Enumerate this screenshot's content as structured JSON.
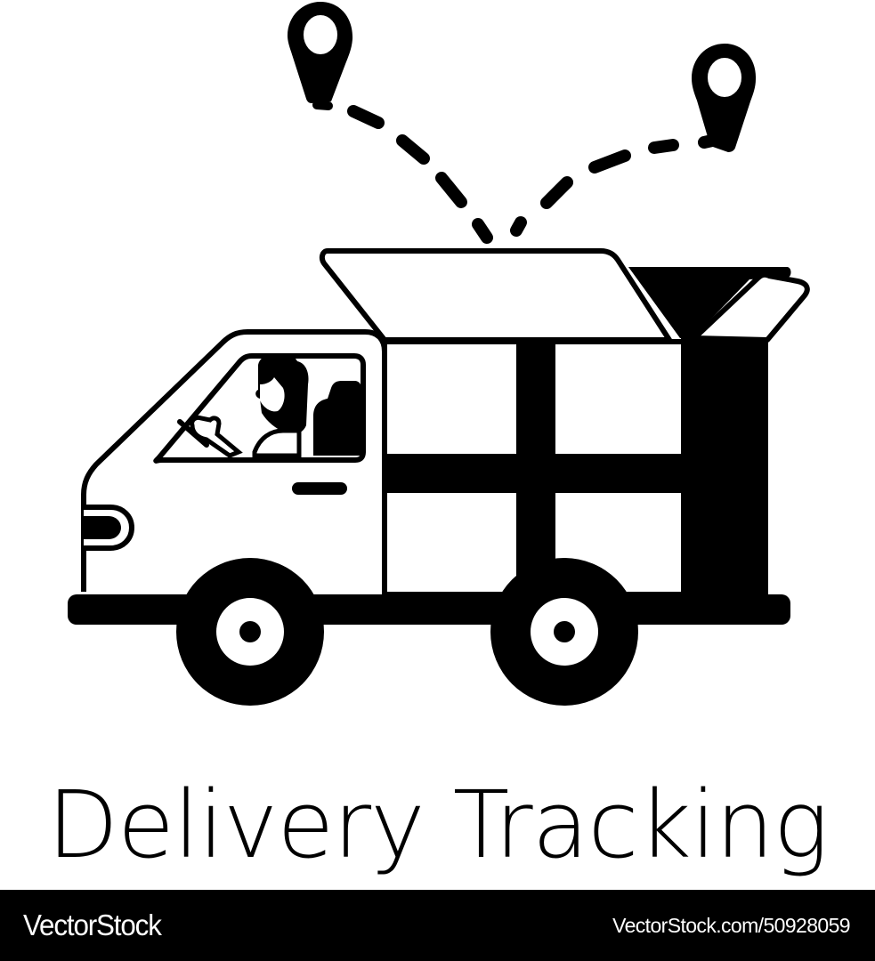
{
  "illustration": {
    "subject": "delivery truck with open box and location pins",
    "icons": [
      "location-pin-left",
      "location-pin-right",
      "dashed-route",
      "delivery-truck",
      "driver",
      "open-cargo-box",
      "wheel-front",
      "wheel-rear"
    ],
    "colors": {
      "ink": "#000000",
      "background": "#ffffff"
    }
  },
  "title": "Delivery Tracking",
  "footer": {
    "brand": "VectorStock",
    "reference": "VectorStock.com/50928059",
    "background": "#000000",
    "text_color": "#ffffff"
  }
}
